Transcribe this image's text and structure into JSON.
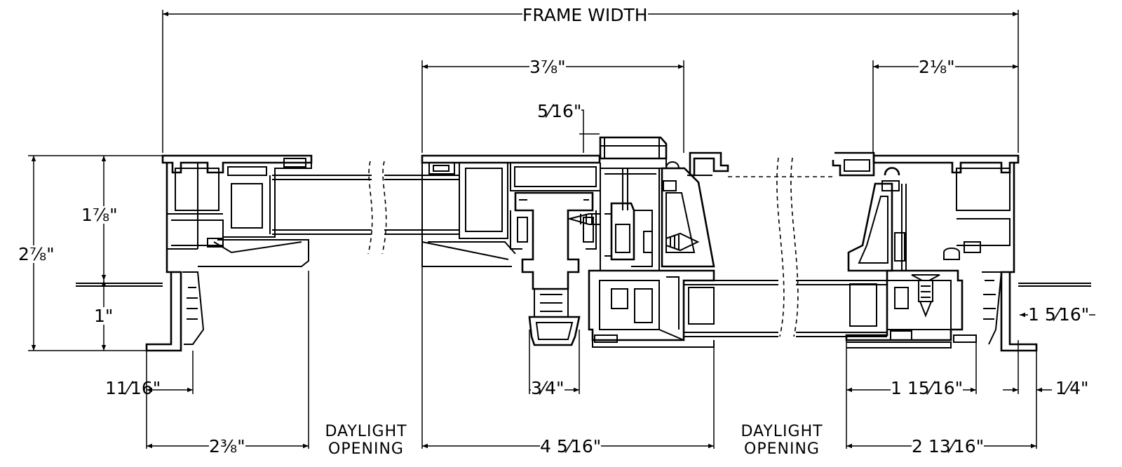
{
  "labels": {
    "frame_width": "FRAME WIDTH",
    "top_left": "3⅞\"",
    "top_right": "2⅛\"",
    "five_sixteenths": "5⁄16\"",
    "left_1_7_8": "1⅞\"",
    "left_2_7_8": "2⅞\"",
    "left_1": "1\"",
    "b_11_16": "11⁄16\"",
    "b_3_4": "3⁄4\"",
    "r_1_5_16": "1 5⁄16\"",
    "r_1_15_16": "1 15⁄16\"",
    "r_1_4": "1⁄4\"",
    "b_2_3_8": "2⅜\"",
    "b_4_5_16": "4 5⁄16\"",
    "b_2_13_16": "2 13⁄16\"",
    "daylight_1": "DAYLIGHT",
    "opening_1": "OPENING",
    "daylight_2": "DAYLIGHT",
    "opening_2": "OPENING"
  }
}
